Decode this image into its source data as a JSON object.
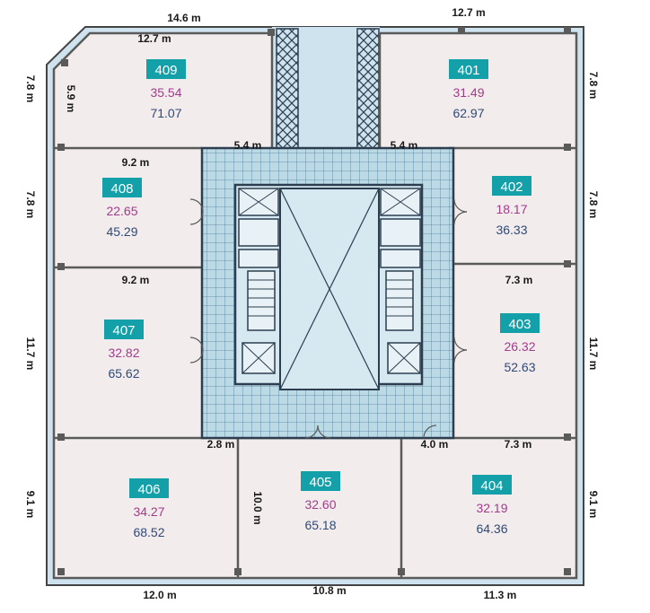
{
  "colors": {
    "outer_band": "#cfe3ee",
    "room_fill": "#f3ecec",
    "wall": "#5a5a5a",
    "core_grid": "#bcd9e6",
    "core_line": "#3f6f86",
    "badge": "#14a0a8",
    "area_primary": "#a23b8c",
    "area_secondary": "#2f4a78"
  },
  "units": [
    {
      "id": "409",
      "area1": "35.54",
      "area2": "71.07"
    },
    {
      "id": "401",
      "area1": "31.49",
      "area2": "62.97"
    },
    {
      "id": "408",
      "area1": "22.65",
      "area2": "45.29"
    },
    {
      "id": "402",
      "area1": "18.17",
      "area2": "36.33"
    },
    {
      "id": "407",
      "area1": "32.82",
      "area2": "65.62"
    },
    {
      "id": "403",
      "area1": "26.32",
      "area2": "52.63"
    },
    {
      "id": "406",
      "area1": "34.27",
      "area2": "68.52"
    },
    {
      "id": "405",
      "area1": "32.60",
      "area2": "65.18"
    },
    {
      "id": "404",
      "area1": "32.19",
      "area2": "64.36"
    }
  ],
  "dimensions": [
    "14.6 m",
    "12.7 m",
    "12.7 m",
    "7.8 m",
    "5.9 m",
    "7.8 m",
    "5.4 m",
    "5.4 m",
    "9.2 m",
    "7.8 m",
    "7.8 m",
    "9.2 m",
    "7.3 m",
    "11.7 m",
    "11.7 m",
    "2.8 m",
    "4.0 m",
    "7.3 m",
    "9.1 m",
    "10.0 m",
    "9.1 m",
    "12.0 m",
    "10.8 m",
    "11.3 m"
  ]
}
